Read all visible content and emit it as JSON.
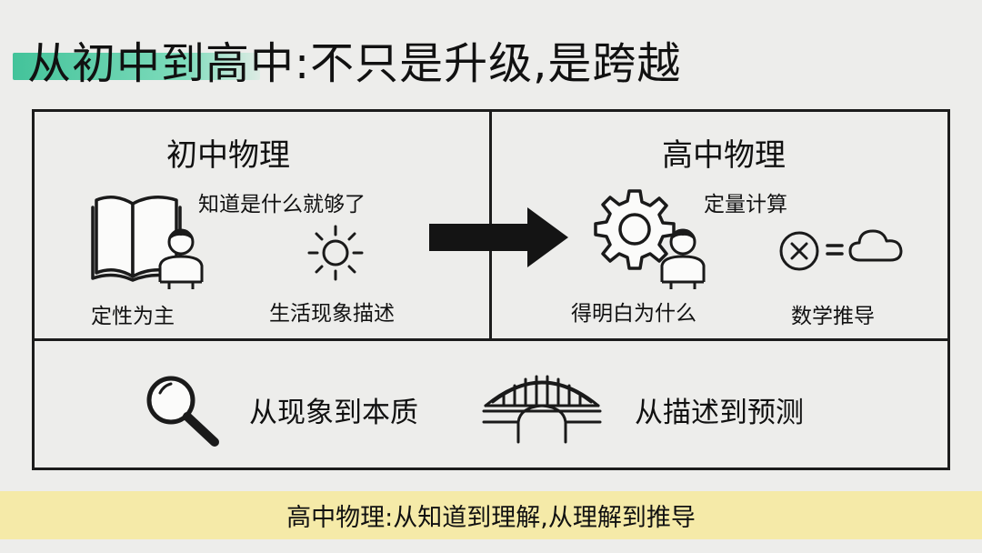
{
  "title": "从初中到高中:不只是升级,是跨越",
  "left_panel": {
    "heading": "初中物理",
    "caption": "知道是什么就够了",
    "label_qualitative": "定性为主",
    "label_phenomena": "生活现象描述"
  },
  "right_panel": {
    "heading": "高中物理",
    "caption": "定量计算",
    "label_why": "得明白为什么",
    "label_derivation": "数学推导"
  },
  "bottom_row": {
    "item1": "从现象到本质",
    "item2": "从描述到预测"
  },
  "footer": "高中物理:从知道到理解,从理解到推导",
  "colors": {
    "title_highlight": "#43c39a",
    "footer_band": "#f5eaa8",
    "background": "#ededeb",
    "ink": "#111111"
  },
  "icons": [
    "open-book-icon",
    "student-icon",
    "sun-icon",
    "right-arrow-icon",
    "gear-icon",
    "circled-x-icon",
    "equals-icon",
    "cloud-icon",
    "magnifying-glass-icon",
    "arch-bridge-icon"
  ]
}
